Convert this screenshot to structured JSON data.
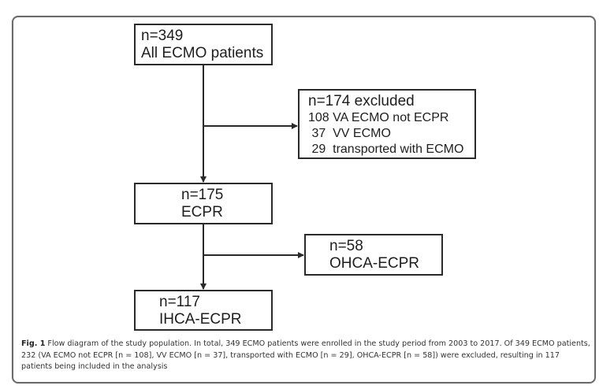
{
  "diagram": {
    "type": "flowchart",
    "nodes": {
      "all": {
        "lines": [
          "n=349",
          "All ECMO patients"
        ]
      },
      "excluded": {
        "lines": [
          "n=174 excluded",
          "108 VA ECMO not ECPR",
          " 37  VV ECMO",
          " 29  transported with ECMO"
        ]
      },
      "ecpr": {
        "lines": [
          "n=175",
          "ECPR"
        ]
      },
      "ohca": {
        "lines": [
          "n=58",
          "OHCA-ECPR"
        ]
      },
      "ihca": {
        "lines": [
          "n=117",
          "IHCA-ECPR"
        ]
      }
    },
    "edges": [
      {
        "from": "all",
        "to": "ecpr"
      },
      {
        "from": "all",
        "to": "excluded"
      },
      {
        "from": "ecpr",
        "to": "ihca"
      },
      {
        "from": "ecpr",
        "to": "ohca"
      }
    ],
    "line_color": "#2a2a2a"
  },
  "caption": {
    "label": "Fig. 1",
    "text": " Flow diagram of the study population. In total, 349 ECMO patients were enrolled in the study period from 2003 to 2017. Of 349 ECMO patients, 232 (VA ECMO not ECPR [n = 108], VV ECMO [n = 37], transported with ECMO [n = 29], OHCA-ECPR [n = 58]) were excluded, resulting in 117 patients being included in the analysis"
  }
}
